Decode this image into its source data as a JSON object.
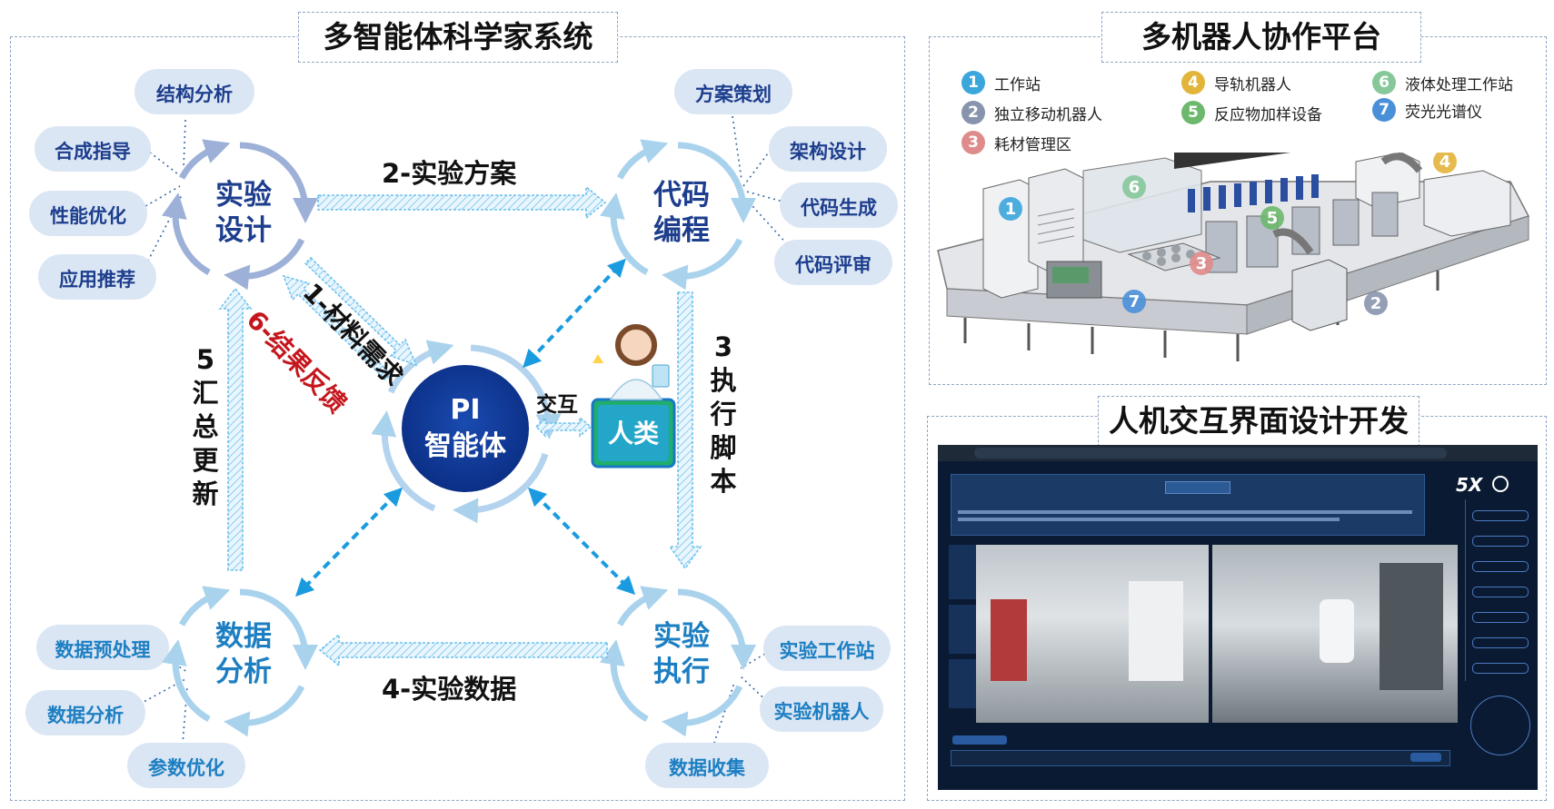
{
  "left": {
    "title": "多智能体科学家系统",
    "nodes": {
      "design": [
        "实验",
        "设计"
      ],
      "code": [
        "代码",
        "编程"
      ],
      "analysis": [
        "数据",
        "分析"
      ],
      "exec": [
        "实验",
        "执行"
      ],
      "center": [
        "PI",
        "智能体"
      ],
      "human": "人类"
    },
    "edges": {
      "e1": "1-材料需求",
      "e2": "2-实验方案",
      "e3": [
        "3",
        "执",
        "行",
        "脚",
        "本"
      ],
      "e4": "4-实验数据",
      "e5": [
        "5",
        "汇",
        "总",
        "更",
        "新"
      ],
      "e6": "6-结果反馈",
      "interact": "交互"
    },
    "design_subs": [
      "结构分析",
      "合成指导",
      "性能优化",
      "应用推荐"
    ],
    "code_subs": [
      "方案策划",
      "架构设计",
      "代码生成",
      "代码评审"
    ],
    "analysis_subs": [
      "数据预处理",
      "数据分析",
      "参数优化"
    ],
    "exec_subs": [
      "实验工作站",
      "实验机器人",
      "数据收集"
    ]
  },
  "robot": {
    "title": "多机器人协作平台",
    "legend": [
      {
        "num": "1",
        "label": "工作站",
        "color": "#3ba6dc"
      },
      {
        "num": "2",
        "label": "独立移动机器人",
        "color": "#8894ad"
      },
      {
        "num": "3",
        "label": "耗材管理区",
        "color": "#e08b8b"
      },
      {
        "num": "4",
        "label": "导轨机器人",
        "color": "#e3b43a"
      },
      {
        "num": "5",
        "label": "反应物加样设备",
        "color": "#6cb86c"
      },
      {
        "num": "6",
        "label": "液体处理工作站",
        "color": "#86c89a"
      },
      {
        "num": "7",
        "label": "荧光光谱仪",
        "color": "#4a90d9"
      }
    ]
  },
  "hmi": {
    "title": "人机交互界面设计开发",
    "speed": "5X"
  }
}
